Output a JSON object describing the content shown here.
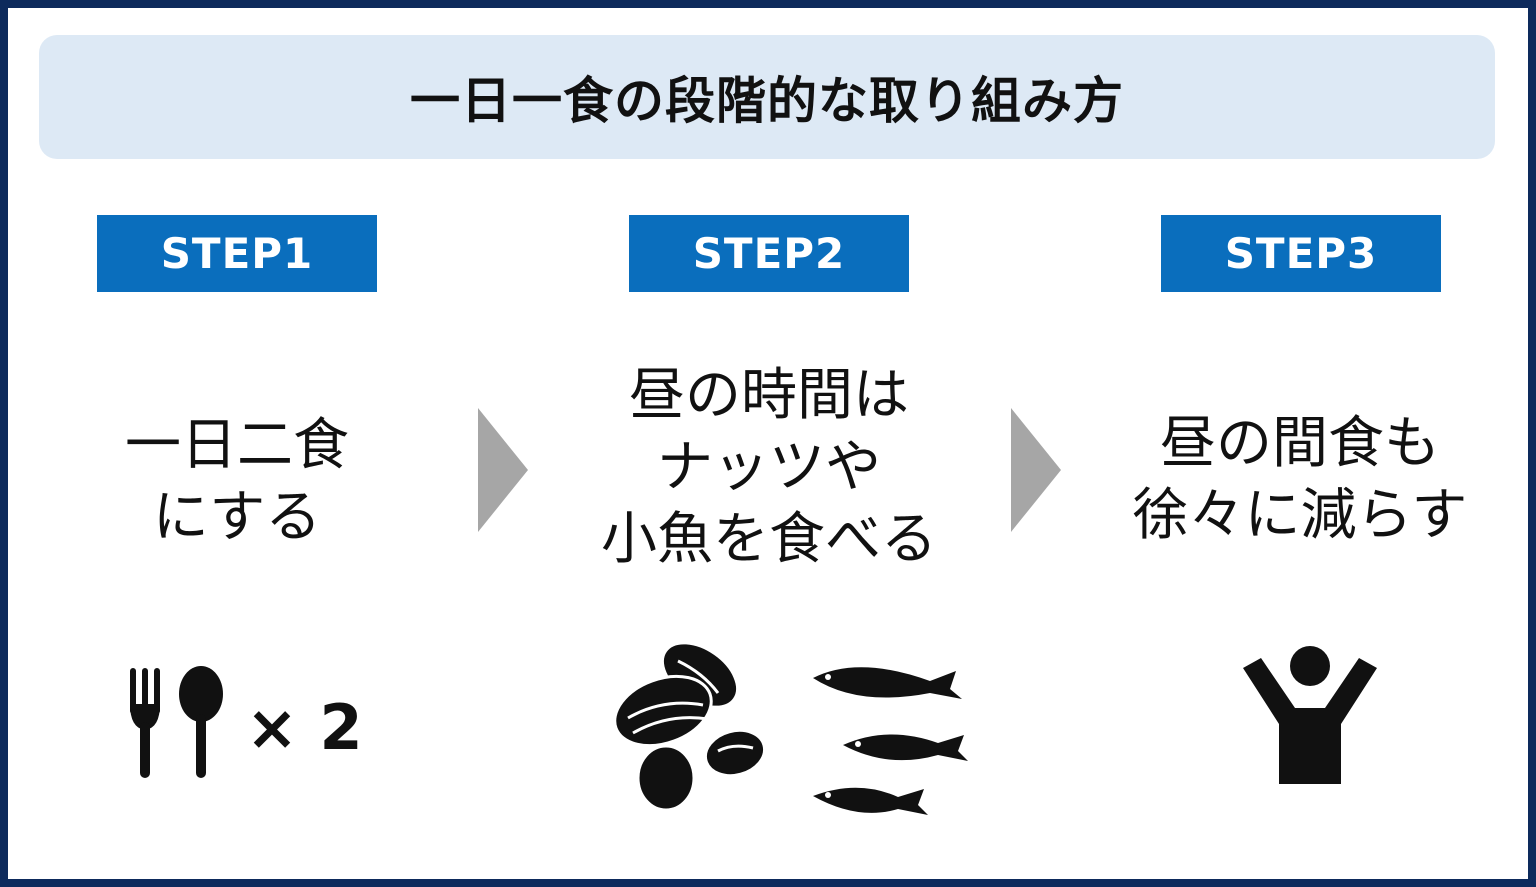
{
  "title": "一日一食の段階的な取り組み方",
  "steps": [
    {
      "label": "STEP1",
      "lines": [
        "一日二食",
        "にする"
      ],
      "icon": "fork-and-spoon-icon",
      "icon_caption": "× 2"
    },
    {
      "label": "STEP2",
      "lines": [
        "昼の時間は",
        "ナッツや",
        "小魚を食べる"
      ],
      "icon": "nuts-and-small-fish-icon"
    },
    {
      "label": "STEP3",
      "lines": [
        "昼の間食も",
        "徐々に減らす"
      ],
      "icon": "person-arms-raised-icon"
    }
  ],
  "colors": {
    "frame_border": "#0d2a5c",
    "title_bg": "#dde9f5",
    "step_badge_bg": "#0a6ebd",
    "arrow": "#a6a6a6",
    "icon": "#111111"
  }
}
